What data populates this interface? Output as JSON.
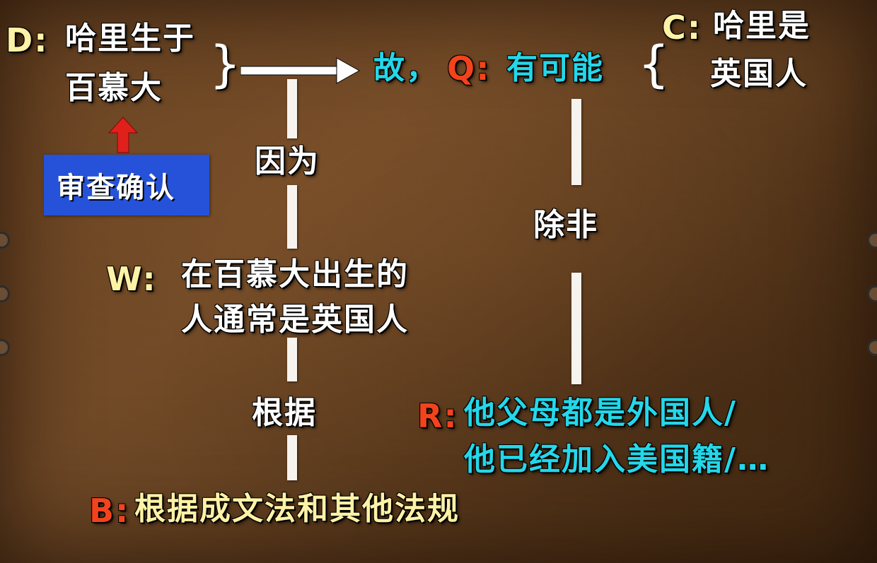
{
  "data": {
    "prefix": "D:",
    "line1": "哈里生于",
    "line2": "百慕大"
  },
  "verify": {
    "label": "审查确认"
  },
  "claim": {
    "so_text": "故，",
    "q_prefix": "Q:",
    "q_text": "有可能",
    "c_prefix": "C:",
    "c_line1": "哈里是",
    "c_line2": "英国人"
  },
  "connectors": {
    "because": "因为",
    "unless": "除非",
    "on_account_of": "根据"
  },
  "warrant": {
    "prefix": "W:",
    "line1": "在百慕大出生的",
    "line2": "人通常是英国人"
  },
  "backing": {
    "prefix": "B:",
    "text": "根据成文法和其他法规"
  },
  "rebuttal": {
    "prefix": "R:",
    "line1": "他父母都是外国人/",
    "line2": "他已经加入美国籍/…"
  },
  "colors": {
    "background": "#5a3a1e",
    "label_prefix_yellow": "#fdf2a6",
    "label_prefix_red": "#f2431d",
    "qualifier_cyan": "#24d7e9",
    "verify_box_blue": "#2552d9",
    "verify_arrow_red": "#e0201b",
    "connector_lines": "#f7f3ee"
  }
}
